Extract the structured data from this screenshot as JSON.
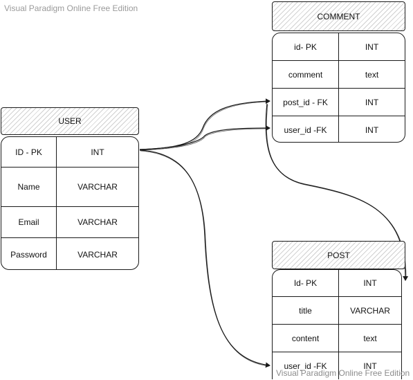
{
  "watermark": {
    "top": "Visual Paradigm Online Free Edition",
    "bottom": "Visual Paradigm Online Free Edition"
  },
  "entities": {
    "user": {
      "title": "USER",
      "rows": [
        {
          "name": "ID - PK",
          "type": "INT"
        },
        {
          "name": "Name",
          "type": "VARCHAR"
        },
        {
          "name": "Email",
          "type": "VARCHAR"
        },
        {
          "name": "Password",
          "type": "VARCHAR"
        }
      ]
    },
    "comment": {
      "title": "COMMENT",
      "rows": [
        {
          "name": "id- PK",
          "type": "INT"
        },
        {
          "name": "comment",
          "type": "text"
        },
        {
          "name": "post_id - FK",
          "type": "INT"
        },
        {
          "name": "user_id -FK",
          "type": "INT"
        }
      ]
    },
    "post": {
      "title": "POST",
      "rows": [
        {
          "name": "Id- PK",
          "type": "INT"
        },
        {
          "name": "title",
          "type": "VARCHAR"
        },
        {
          "name": "content",
          "type": "text"
        },
        {
          "name": "user_id -FK",
          "type": "INT"
        }
      ]
    }
  },
  "colors": {
    "stroke": "#1a1a1a",
    "watermark": "#9a9a9a"
  }
}
